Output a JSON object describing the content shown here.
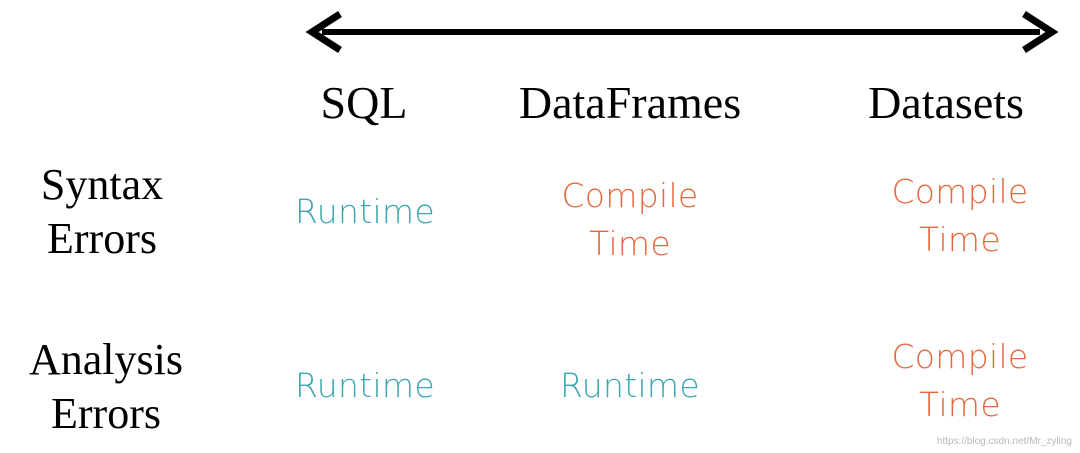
{
  "columns": {
    "sql": "SQL",
    "dataframes": "DataFrames",
    "datasets": "Datasets"
  },
  "rows": {
    "syntax": "Syntax\nErrors",
    "analysis": "Analysis\nErrors"
  },
  "cells": {
    "syntax_sql": "Runtime",
    "syntax_dataframes": "Compile\nTime",
    "syntax_datasets": "Compile\nTime",
    "analysis_sql": "Runtime",
    "analysis_dataframes": "Runtime",
    "analysis_datasets": "Compile\nTime"
  },
  "watermark": "https://blog.csdn.net/Mr_zyling",
  "colors": {
    "runtime": "#3aa6b1",
    "compile": "#e5683c",
    "arrow": "#000000"
  }
}
